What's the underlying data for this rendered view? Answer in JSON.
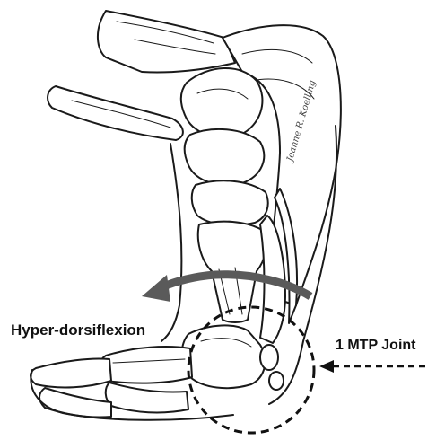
{
  "image": {
    "type": "anatomical-illustration",
    "subject": "foot bones in hyper-dorsiflexion",
    "colors": {
      "ink": "#1a1a1a",
      "arrow": "#5a5a5a",
      "background": "#ffffff"
    }
  },
  "labels": {
    "motion": "Hyper-dorsiflexion",
    "joint": "1 MTP Joint"
  },
  "signature": "Jeanne R. Koelling"
}
